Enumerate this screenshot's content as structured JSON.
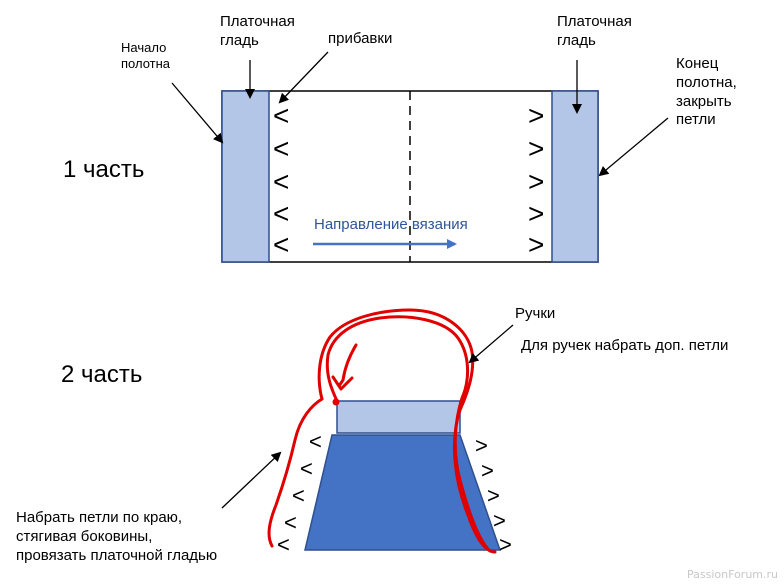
{
  "part1": {
    "title": "1 часть",
    "label_start": [
      "Начало",
      "полотна"
    ],
    "label_stockinette_left": [
      "Платочная",
      "гладь"
    ],
    "label_increases": "прибавки",
    "label_stockinette_right": [
      "Платочная",
      "гладь"
    ],
    "label_end": [
      "Конец",
      "полотна,",
      "закрыть",
      "петли"
    ],
    "direction_label": "Направление вязания",
    "increase_mark_left": "<",
    "increase_mark_right": ">"
  },
  "part2": {
    "title": "2 часть",
    "label_handles": "Ручки",
    "label_handles_note": "Для  ручек набрать доп. петли",
    "label_pickup": [
      "Набрать петли по краю,",
      "стягивая боковины,",
      "провязать платочной гладью"
    ],
    "increase_mark_left": "<",
    "increase_mark_right": ">"
  },
  "colors": {
    "light_blue": "#b4c6e7",
    "dark_blue": "#4472c4",
    "border": "#2f4f8f",
    "arrow_blue": "#4472c4",
    "red": "#e00000"
  },
  "watermark": "PassionForum.ru"
}
